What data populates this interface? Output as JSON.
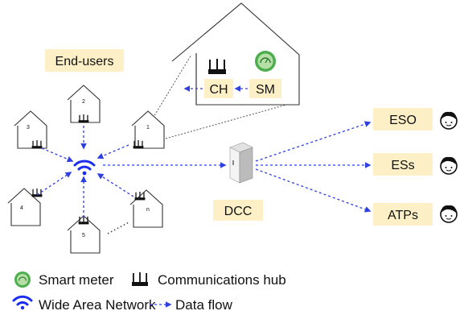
{
  "end_users_label": "End-users",
  "house_numbers": [
    "1",
    "2",
    "3",
    "4",
    "5",
    "n"
  ],
  "inset": {
    "ch_label": "CH",
    "sm_label": "SM"
  },
  "dcc_label": "DCC",
  "destinations": [
    {
      "label": "ESO"
    },
    {
      "label": "ESs"
    },
    {
      "label": "ATPs"
    }
  ],
  "legend": {
    "smart_meter": "Smart meter",
    "comms_hub": "Communications hub",
    "wan": "Wide Area Network",
    "data_flow": "Data flow"
  },
  "colors": {
    "box_fill": "#fdf0c6",
    "flow": "#2f3fe0",
    "wifi": "#1a2df0",
    "smart_meter_green": "#4cae4c"
  }
}
